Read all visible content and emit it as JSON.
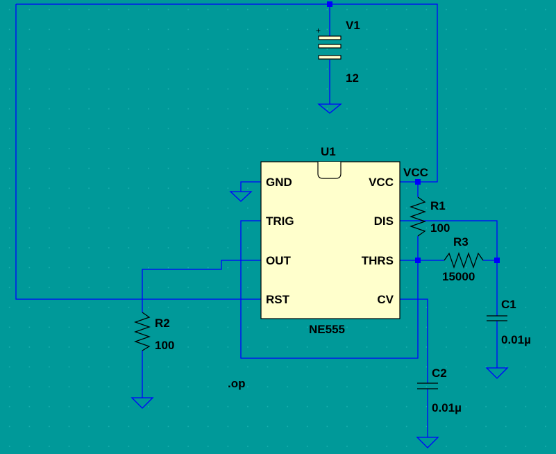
{
  "colors": {
    "background": "#009999",
    "wire": "#0000ff",
    "chip_fill": "#ffffcc",
    "text": "#000000"
  },
  "components": {
    "v1": {
      "name": "V1",
      "value": "12",
      "plus": "+"
    },
    "u1": {
      "name": "U1",
      "part": "NE555",
      "pins_left": [
        "GND",
        "TRIG",
        "OUT",
        "RST"
      ],
      "pins_right": [
        "VCC",
        "DIS",
        "THRS",
        "CV"
      ]
    },
    "r1": {
      "name": "R1",
      "value": "100"
    },
    "r2": {
      "name": "R2",
      "value": "100"
    },
    "r3": {
      "name": "R3",
      "value": "15000"
    },
    "c1": {
      "name": "C1",
      "value": "0.01µ"
    },
    "c2": {
      "name": "C2",
      "value": "0.01µ"
    }
  },
  "net_labels": {
    "vcc": "VCC"
  },
  "directive": ".op"
}
